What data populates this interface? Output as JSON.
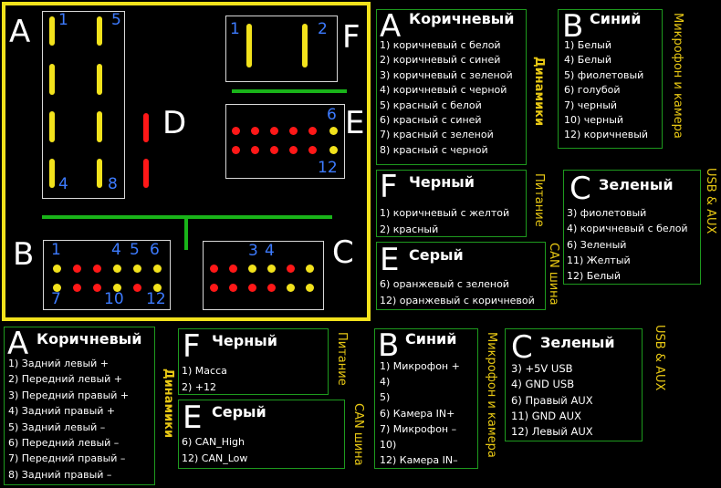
{
  "connector_diagram": {
    "letters": {
      "A": "A",
      "B": "B",
      "C": "C",
      "D": "D",
      "E": "E",
      "F": "F"
    },
    "pins_A": {
      "n1": "1",
      "n4": "4",
      "n5": "5",
      "n8": "8"
    },
    "pins_F": {
      "n1": "1",
      "n2": "2"
    },
    "pins_E": {
      "n6": "6",
      "n12": "12"
    },
    "pins_B": {
      "n1": "1",
      "n4": "4",
      "n5": "5",
      "n6": "6",
      "n7": "7",
      "n10": "10",
      "n12": "12"
    },
    "pins_C": {
      "n3": "3",
      "n4": "4"
    }
  },
  "color_tables": {
    "A": {
      "letter": "A",
      "title": "Коричневый",
      "items": [
        "1) коричневый с белой",
        "2) коричневый с синей",
        "3) коричневый с зеленой",
        "4) коричневый с черной",
        "5) красный с белой",
        "6) красный с синей",
        "7) красный с зеленой",
        "8) красный с черной"
      ],
      "side": "Динамики"
    },
    "B": {
      "letter": "B",
      "title": "Синий",
      "items": [
        "1) Белый",
        "4) Белый",
        "5) фиолетовый",
        "6) голубой",
        "7) черный",
        "10) черный",
        "12) коричневый"
      ],
      "side": "Микрофон и камера"
    },
    "F": {
      "letter": "F",
      "title": "Черный",
      "items": [
        "1) коричневый с желтой",
        "2) красный"
      ],
      "side": "Питание"
    },
    "C": {
      "letter": "C",
      "title": "Зеленый",
      "items": [
        "3) фиолетовый",
        "4) коричневый с белой",
        "6) Зеленый",
        "11) Желтый",
        "12) Белый"
      ],
      "side": "USB & AUX"
    },
    "E": {
      "letter": "E",
      "title": "Серый",
      "items": [
        "6) оранжевый с зеленой",
        "12) оранжевый с коричневой"
      ],
      "side": "CAN шина"
    }
  },
  "function_tables": {
    "A": {
      "letter": "A",
      "title": "Коричневый",
      "items": [
        "1) Задний левый +",
        "2) Передний левый +",
        "3) Передний правый +",
        "4) Задний правый +",
        "5) Задний левый  –",
        "6) Передний левый –",
        "7) Передний правый –",
        "8) Задний правый –"
      ],
      "side": "Динамики"
    },
    "F": {
      "letter": "F",
      "title": "Черный",
      "items": [
        "1) Масса",
        "2) +12"
      ],
      "side": "Питание"
    },
    "E": {
      "letter": "E",
      "title": "Серый",
      "items": [
        "6) CAN_High",
        "12) CAN_Low"
      ],
      "side": "CAN шина"
    },
    "B": {
      "letter": "B",
      "title": "Синий",
      "items": [
        "1) Микрофон +",
        "4)",
        "5)",
        "6) Камера IN+",
        "7) Микрофон –",
        "10)",
        "12) Камера IN–"
      ],
      "side": "Микрофон и камера"
    },
    "C": {
      "letter": "C",
      "title": "Зеленый",
      "items": [
        "3) +5V USB",
        "4) GND USB",
        "6) Правый AUX",
        "11) GND AUX",
        "12) Левый AUX"
      ],
      "side": "USB & AUX"
    }
  },
  "colors": {
    "frame": "#f2e21c",
    "box_border": "#1e9a1e",
    "line": "#19b419",
    "pin_yellow": "#f2e21c",
    "pin_red": "#ff1818",
    "pin_number": "#3d7bff",
    "side_label": "#e8c814"
  }
}
